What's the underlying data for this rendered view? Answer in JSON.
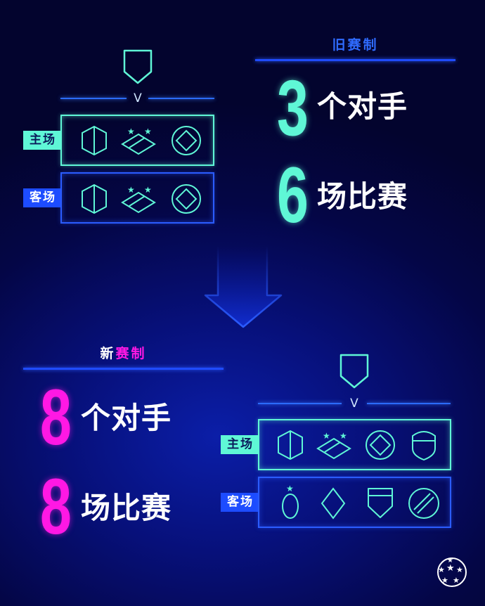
{
  "old_format": {
    "title": "旧赛制",
    "opponents_number": "3",
    "opponents_label": "个对手",
    "matches_number": "6",
    "matches_label": "场比赛"
  },
  "new_format": {
    "title_part1": "新",
    "title_part2": "赛制",
    "opponents_number": "8",
    "opponents_label": "个对手",
    "matches_number": "8",
    "matches_label": "场比赛"
  },
  "old_diagram": {
    "vs": "V",
    "home_label": "主场",
    "away_label": "客场",
    "home_icons": [
      "hexagon-badge-icon",
      "star-diamond-badge-icon",
      "circle-diamond-badge-icon"
    ],
    "away_icons": [
      "hexagon-badge-icon",
      "star-diamond-badge-icon",
      "circle-diamond-badge-icon"
    ]
  },
  "new_diagram": {
    "vs": "V",
    "home_label": "主场",
    "away_label": "客场",
    "home_icons": [
      "hexagon-badge-icon",
      "star-diamond-badge-icon",
      "circle-diamond-badge-icon",
      "shield-badge-icon"
    ],
    "away_icons": [
      "oval-star-badge-icon",
      "diamond-badge-icon",
      "pocket-shield-badge-icon",
      "striped-circle-badge-icon"
    ]
  },
  "colors": {
    "teal": "#5ff7d6",
    "blue": "#1d4cff",
    "magenta": "#ff18e4",
    "background": "#05086a"
  }
}
